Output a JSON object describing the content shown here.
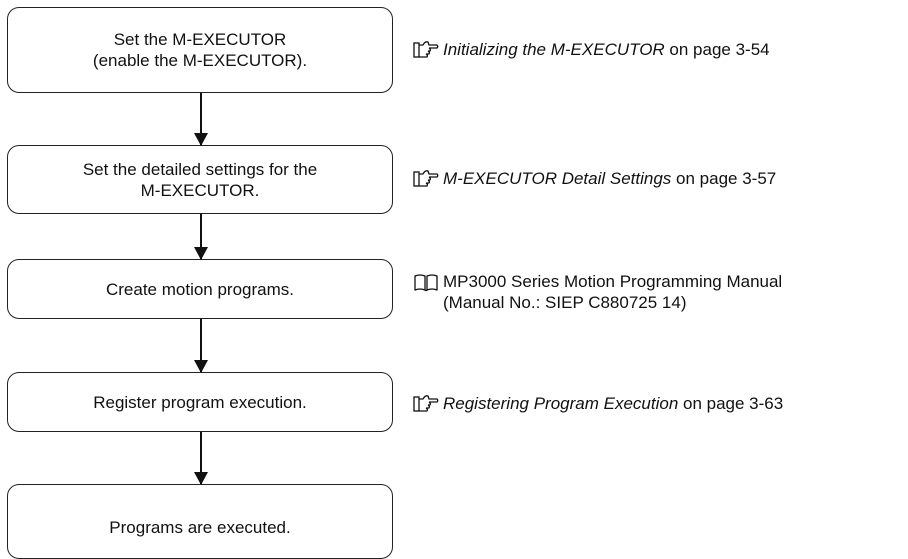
{
  "steps": [
    {
      "lines": [
        "Set the M-EXECUTOR",
        "(enable the M-EXECUTOR)."
      ]
    },
    {
      "lines": [
        "Set the detailed settings for the",
        "M-EXECUTOR."
      ]
    },
    {
      "lines": [
        "Create motion programs."
      ]
    },
    {
      "lines": [
        "Register program execution."
      ]
    },
    {
      "lines": [
        "Programs are executed."
      ]
    }
  ],
  "refs": [
    {
      "icon": "pointing-hand-icon",
      "title": "Initializing the M-EXECUTOR",
      "suffix": " on page 3-54"
    },
    {
      "icon": "pointing-hand-icon",
      "title": "M-EXECUTOR Detail Settings",
      "suffix": " on page 3-57"
    },
    {
      "icon": "open-book-icon",
      "lines": [
        "MP3000 Series Motion Programming Manual",
        "(Manual No.: SIEP C880725 14)"
      ]
    },
    {
      "icon": "pointing-hand-icon",
      "title": "Registering Program Execution",
      "suffix": " on page 3-63"
    }
  ]
}
